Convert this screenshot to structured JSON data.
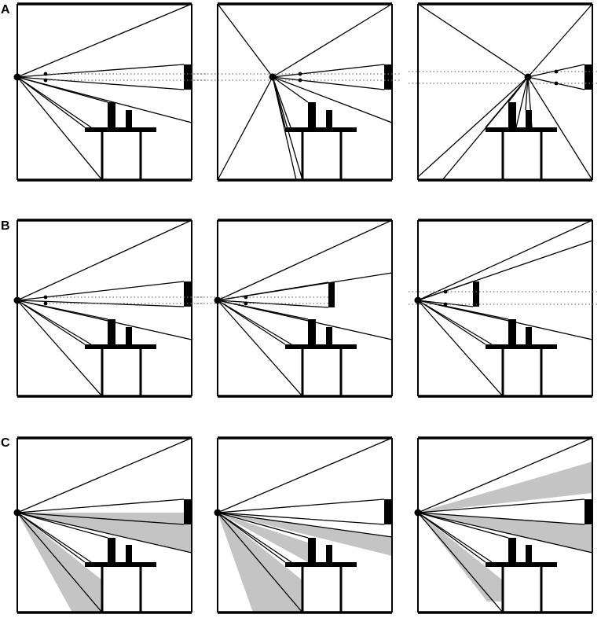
{
  "rows": [
    {
      "label": "A"
    },
    {
      "label": "B"
    },
    {
      "label": "C"
    }
  ],
  "colors": {
    "ink": "#000000",
    "shade": "#c4c4c4",
    "guide": "#777777",
    "background": "#ffffff"
  }
}
